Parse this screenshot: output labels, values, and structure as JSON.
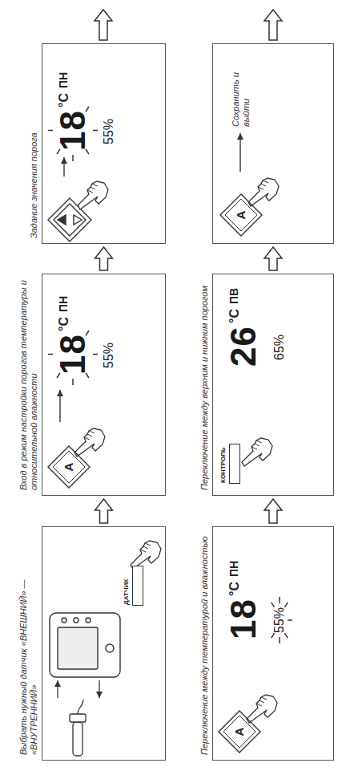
{
  "diagram": {
    "nodes": [
      {
        "text": [
          "Выбрать нужный датчик «ВНЕШНИЙ» — «ВНУТРЕННИЙ»"
        ]
      },
      {
        "text": [
          "ДАТЧИК"
        ],
        "in": 0
      },
      {
        "text": [
          "Вход в режим настройки порогов температуры и относительной влажности",
          "18",
          "°C",
          "ПН",
          "55%"
        ]
      },
      {
        "text": [
          "A"
        ],
        "in": 2
      },
      {
        "text": [
          "Задание значения порога",
          "18",
          "°C",
          "ПН",
          "55%"
        ]
      },
      {
        "text": [
          "Переключение между температурой и влажностью",
          "18",
          "°C",
          "ПН",
          "55%"
        ]
      },
      {
        "text": [
          "A"
        ],
        "in": 5
      },
      {
        "text": [
          "Переключение между верхним и нижним порогом",
          "26",
          "°C",
          "ПВ",
          "65%"
        ]
      },
      {
        "text": [
          "КОНТРОЛЬ"
        ],
        "in": 7
      },
      {
        "text": [
          "Сохранить и выйти"
        ]
      },
      {
        "text": [
          "A"
        ],
        "in": 9
      }
    ],
    "edges": [
      {
        "from": 0,
        "to": 2,
        "arrow": "to"
      },
      {
        "from": 2,
        "to": 4,
        "arrow": "to"
      },
      {
        "from": 5,
        "to": 7,
        "arrow": "to"
      },
      {
        "from": 7,
        "to": 9,
        "arrow": "to"
      }
    ]
  }
}
